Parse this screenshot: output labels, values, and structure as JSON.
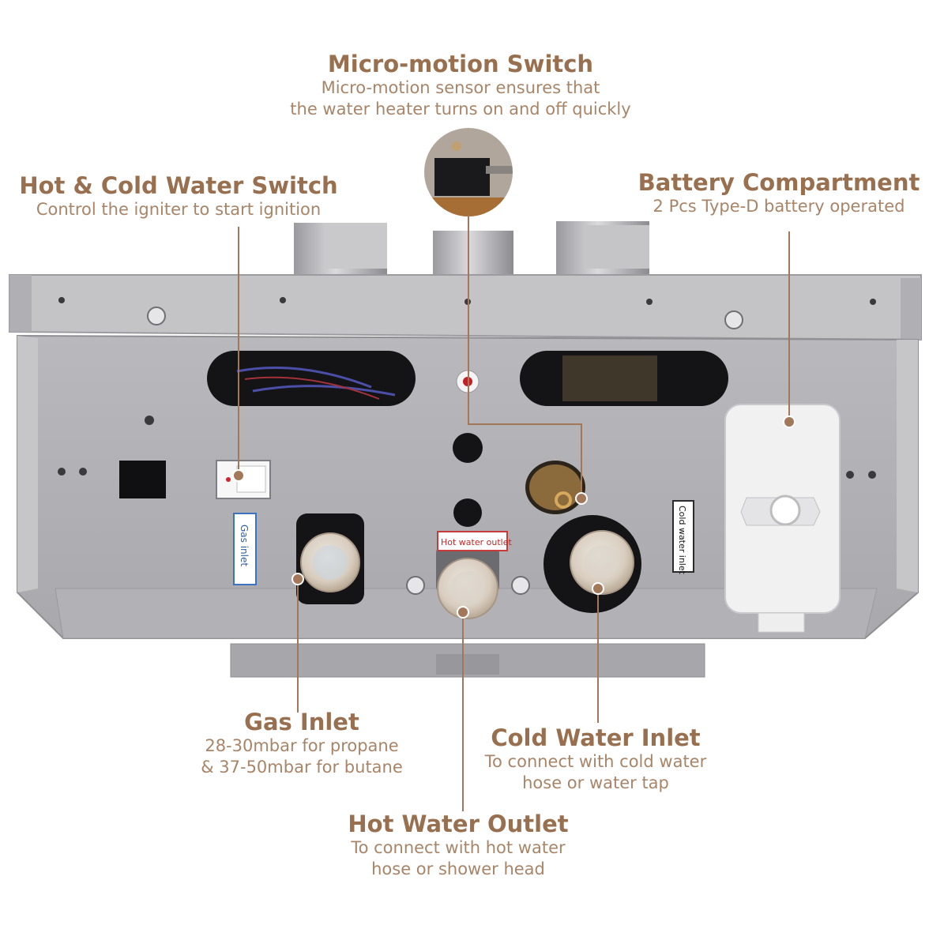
{
  "colors": {
    "accent": "#98704f",
    "leader": "#a3785a",
    "metal": "#b8b8bb",
    "metal_dark": "#8e8e92",
    "background": "#ffffff"
  },
  "callouts": {
    "micro_switch": {
      "title": "Micro-motion Switch",
      "line1": "Micro-motion sensor ensures that",
      "line2": "the water heater turns on and off quickly"
    },
    "hot_cold_switch": {
      "title": "Hot & Cold Water Switch",
      "line1": "Control the igniter to start ignition"
    },
    "battery": {
      "title": "Battery Compartment",
      "line1": "2 Pcs Type-D battery operated"
    },
    "gas_inlet": {
      "title": "Gas Inlet",
      "line1": "28-30mbar for propane",
      "line2": "& 37-50mbar for butane"
    },
    "cold_inlet": {
      "title": "Cold Water Inlet",
      "line1": "To connect with cold water",
      "line2": "hose or water tap"
    },
    "hot_outlet": {
      "title": "Hot Water Outlet",
      "line1": "To connect with hot water",
      "line2": "hose or shower head"
    }
  },
  "stickers": {
    "gas": "Gas inlet",
    "hot": "Hot water outlet",
    "cold": "Cold water inlet"
  }
}
